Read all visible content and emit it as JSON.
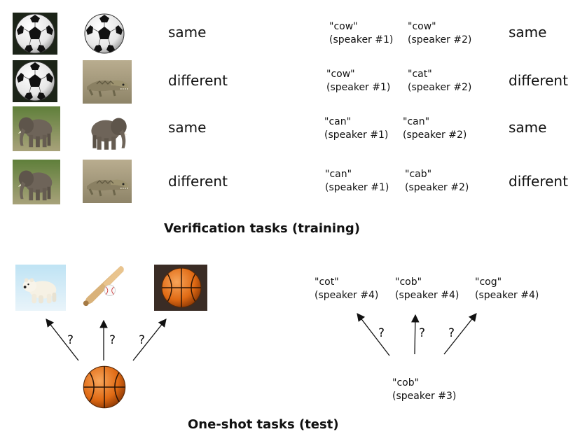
{
  "verification": {
    "title": "Verification tasks (training)",
    "image_pairs": [
      {
        "left": "soccer-ball",
        "right": "soccer-ball",
        "label": "same"
      },
      {
        "left": "soccer-ball",
        "right": "crocodile",
        "label": "different"
      },
      {
        "left": "elephant",
        "right": "elephant",
        "label": "same"
      },
      {
        "left": "elephant",
        "right": "crocodile",
        "label": "different"
      }
    ],
    "audio_pairs": [
      {
        "w1": "\"cow\"",
        "s1": "(speaker #1)",
        "w2": "\"cow\"",
        "s2": "(speaker #2)",
        "label": "same"
      },
      {
        "w1": "\"cow\"",
        "s1": "(speaker #1)",
        "w2": "\"cat\"",
        "s2": "(speaker #2)",
        "label": "different"
      },
      {
        "w1": "\"can\"",
        "s1": "(speaker #1)",
        "w2": "\"can\"",
        "s2": "(speaker #2)",
        "label": "same"
      },
      {
        "w1": "\"can\"",
        "s1": "(speaker #1)",
        "w2": "\"cab\"",
        "s2": "(speaker #2)",
        "label": "different"
      }
    ]
  },
  "oneshot": {
    "title": "One-shot tasks (test)",
    "support_images": [
      "polar-bear",
      "baseball-bat",
      "basketball"
    ],
    "query_image": "basketball",
    "support_words": [
      {
        "w": "\"cot\"",
        "s": "(speaker #4)"
      },
      {
        "w": "\"cob\"",
        "s": "(speaker #4)"
      },
      {
        "w": "\"cog\"",
        "s": "(speaker #4)"
      }
    ],
    "query_word": {
      "w": "\"cob\"",
      "s": "(speaker #3)"
    },
    "question_mark": "?"
  }
}
